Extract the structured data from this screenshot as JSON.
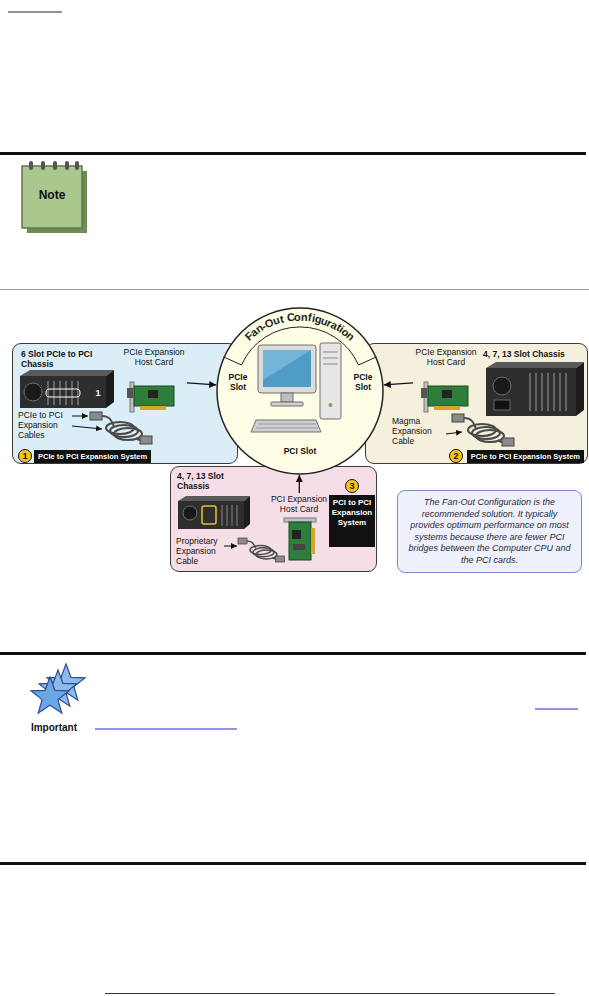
{
  "diagram": {
    "nodes": [
      {
        "text": [
          "6 Slot PCIe to PCI Chassis"
        ]
      },
      {
        "text": [
          "1"
        ],
        "in": 0
      },
      {
        "text": [
          "PCIe Expansion Host Card"
        ],
        "in": 0
      },
      {
        "text": [
          "1"
        ],
        "in": 0
      },
      {
        "text": [
          "PCIe to PCI Expansion System"
        ],
        "in": 0
      },
      {
        "text": [
          "Fan-Out Configuration",
          "PCIe Slot",
          "PCIe Slot",
          "PCI Slot"
        ]
      },
      {
        "text": [
          "4, 7, 13 Slot Chassis"
        ]
      },
      {
        "text": [
          "PCIe Expansion Host Card"
        ],
        "in": 6
      },
      {
        "text": [
          "2"
        ],
        "in": 6
      },
      {
        "text": [
          "PCIe to PCI Expansion System"
        ],
        "in": 6
      },
      {
        "text": [
          "4, 7, 13 Slot Chassis"
        ]
      },
      {
        "text": [
          "PCI Expansion Host Card"
        ],
        "in": 10
      },
      {
        "text": [
          "3"
        ],
        "in": 10
      },
      {
        "text": [
          "PCI to PCI Expansion System"
        ],
        "in": 10
      },
      {
        "text": [
          "The Fan-Out Configuration is the recommended solution. It typically provides optimum performance on most systems because there are fewer PCI bridges between the Computer CPU and the PCI cards."
        ]
      }
    ],
    "edges": [
      {
        "from": 2,
        "to": 5,
        "arrow": "to"
      },
      {
        "from": 7,
        "to": 5,
        "arrow": "to"
      },
      {
        "from": 11,
        "to": 5,
        "arrow": "to"
      }
    ],
    "labels": [
      "PCIe to PCI Expansion Cables",
      "Magma Expansion Cable",
      "Proprietary Expansion Cable",
      "Note",
      "Important"
    ]
  }
}
